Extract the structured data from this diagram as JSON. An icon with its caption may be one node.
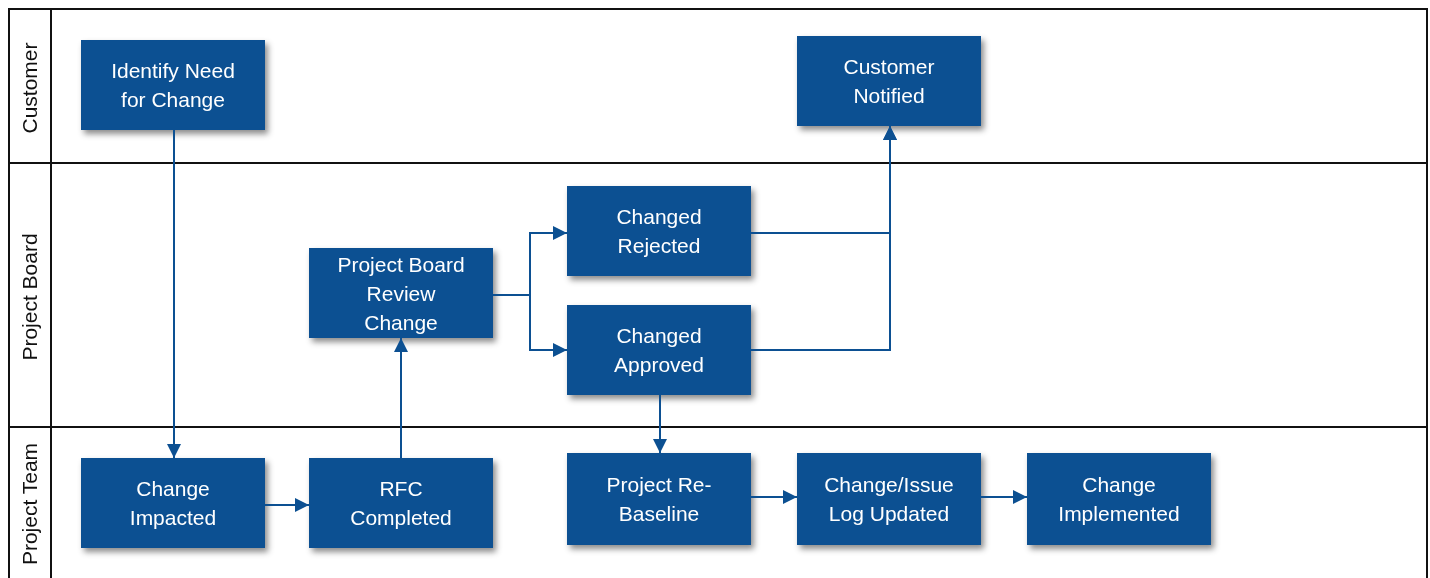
{
  "diagram": {
    "nodes": [
      {
        "text": [
          "Customer"
        ]
      },
      {
        "text": [
          "Identify Need for Change"
        ],
        "in": 0
      },
      {
        "text": [
          "Customer Notified"
        ],
        "in": 0
      },
      {
        "text": [
          "Project Board"
        ]
      },
      {
        "text": [
          "Project Board Review Change"
        ],
        "in": 3
      },
      {
        "text": [
          "Changed Rejected"
        ],
        "in": 3
      },
      {
        "text": [
          "Changed Approved"
        ],
        "in": 3
      },
      {
        "text": [
          "Project Team"
        ]
      },
      {
        "text": [
          "Change Impacted"
        ],
        "in": 7
      },
      {
        "text": [
          "RFC Completed"
        ],
        "in": 7
      },
      {
        "text": [
          "Project Re-Baseline"
        ],
        "in": 7
      },
      {
        "text": [
          "Change/Issue Log Updated"
        ],
        "in": 7
      },
      {
        "text": [
          "Change Implemented"
        ],
        "in": 7
      }
    ],
    "edges": [
      {
        "from": 1,
        "to": 8,
        "arrow": "to"
      },
      {
        "from": 8,
        "to": 9,
        "arrow": "to"
      },
      {
        "from": 9,
        "to": 4,
        "arrow": "to"
      },
      {
        "from": 4,
        "to": 5,
        "arrow": "to"
      },
      {
        "from": 4,
        "to": 6,
        "arrow": "to"
      },
      {
        "from": 5,
        "to": 2,
        "arrow": "to"
      },
      {
        "from": 6,
        "to": 2,
        "arrow": "to"
      },
      {
        "from": 6,
        "to": 10,
        "arrow": "to"
      },
      {
        "from": 10,
        "to": 11,
        "arrow": "to"
      },
      {
        "from": 11,
        "to": 12,
        "arrow": "to"
      }
    ]
  }
}
